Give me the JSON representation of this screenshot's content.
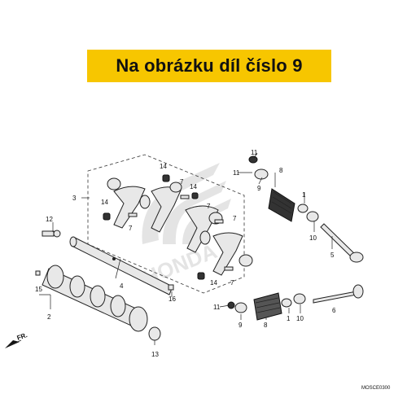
{
  "banner": {
    "text": "Na obrázku díl číslo 9",
    "color": "#f7c600"
  },
  "direction": {
    "label": "FR."
  },
  "diagram_code": "MOSCE0300",
  "watermark": {
    "brand": "HONDA"
  },
  "callouts": {
    "c1a": "1",
    "c1b": "1",
    "c2": "2",
    "c3": "3",
    "c4": "4",
    "c5a": "5",
    "c5b": "6",
    "c7a": "7",
    "c7b": "7",
    "c7c": "7",
    "c7d": "7",
    "c7e": "7",
    "c8a": "8",
    "c8b": "8",
    "c9a": "9",
    "c9b": "9",
    "c10a": "10",
    "c10b": "10",
    "c11a": "11",
    "c11b": "11",
    "c11c": "11",
    "c12": "12",
    "c13": "13",
    "c14a": "14",
    "c14b": "14",
    "c14c": "14",
    "c14d": "14",
    "c15": "15",
    "c16": "16"
  }
}
